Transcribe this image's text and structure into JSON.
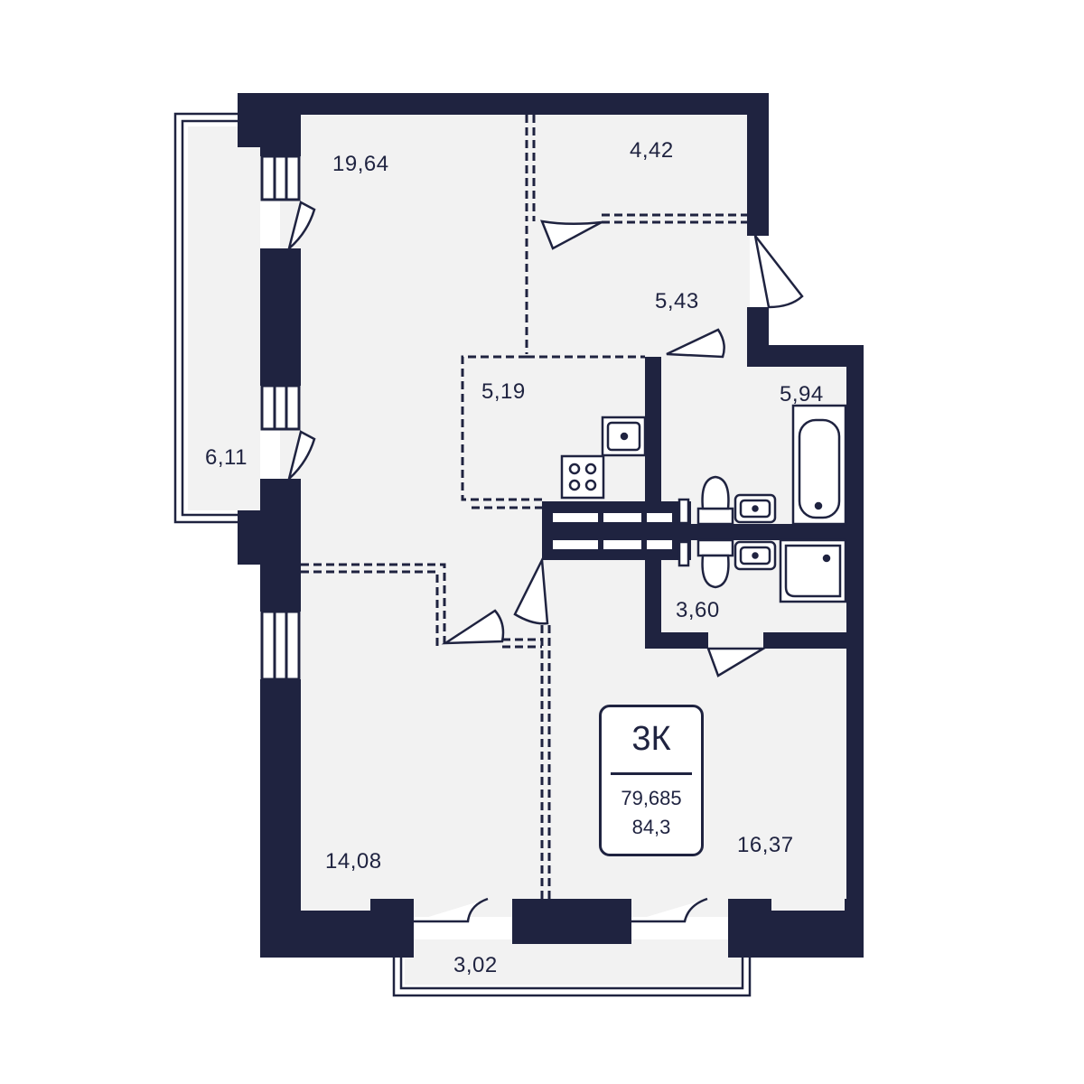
{
  "colors": {
    "wall": "#1f2340",
    "floor": "#f2f2f2",
    "background": "#ffffff"
  },
  "plan": {
    "rooms": [
      {
        "id": "living-room",
        "area": "19,64"
      },
      {
        "id": "storage",
        "area": "4,42"
      },
      {
        "id": "hallway",
        "area": "5,43"
      },
      {
        "id": "kitchen-niche",
        "area": "5,19"
      },
      {
        "id": "bathroom",
        "area": "5,94"
      },
      {
        "id": "balcony-left",
        "area": "6,11"
      },
      {
        "id": "wc",
        "area": "3,60"
      },
      {
        "id": "bedroom-1",
        "area": "14,08"
      },
      {
        "id": "bedroom-2",
        "area": "16,37"
      },
      {
        "id": "balcony-bottom",
        "area": "3,02"
      }
    ]
  },
  "badge": {
    "type": "3К",
    "area_living": "79,685",
    "area_total": "84,3"
  }
}
